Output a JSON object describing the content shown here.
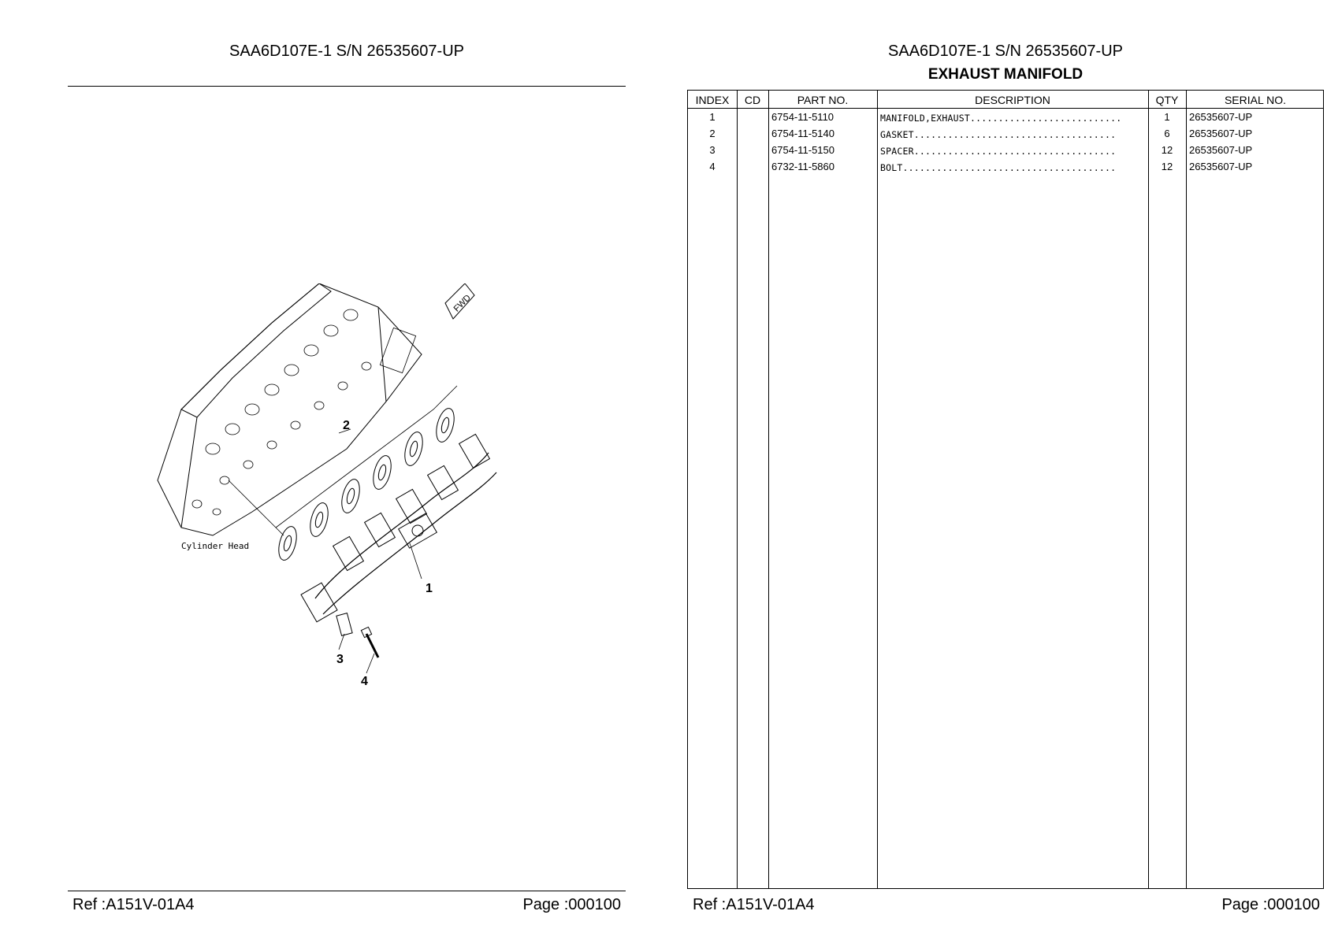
{
  "header": {
    "model_serial": "SAA6D107E-1 S/N 26535607-UP",
    "group_title": "EXHAUST MANIFOLD"
  },
  "footer": {
    "ref": "Ref :A151V-01A4",
    "page": "Page :000100"
  },
  "illustration": {
    "label_cylinder_head": "Cylinder Head",
    "label_fwd": "FWD",
    "callouts": [
      "1",
      "2",
      "3",
      "4"
    ]
  },
  "table": {
    "columns": {
      "index": "INDEX",
      "cd": "CD",
      "part_no": "PART NO.",
      "description": "DESCRIPTION",
      "qty": "QTY",
      "serial_no": "SERIAL NO."
    },
    "rows": [
      {
        "index": "1",
        "cd": "",
        "part_no": "6754-11-5110",
        "description": "MANIFOLD,EXHAUST...........................",
        "qty": "1",
        "serial_no": "26535607-UP"
      },
      {
        "index": "2",
        "cd": "",
        "part_no": "6754-11-5140",
        "description": "GASKET....................................",
        "qty": "6",
        "serial_no": "26535607-UP"
      },
      {
        "index": "3",
        "cd": "",
        "part_no": "6754-11-5150",
        "description": "SPACER....................................",
        "qty": "12",
        "serial_no": "26535607-UP"
      },
      {
        "index": "4",
        "cd": "",
        "part_no": "6732-11-5860",
        "description": "BOLT......................................",
        "qty": "12",
        "serial_no": "26535607-UP"
      }
    ]
  }
}
